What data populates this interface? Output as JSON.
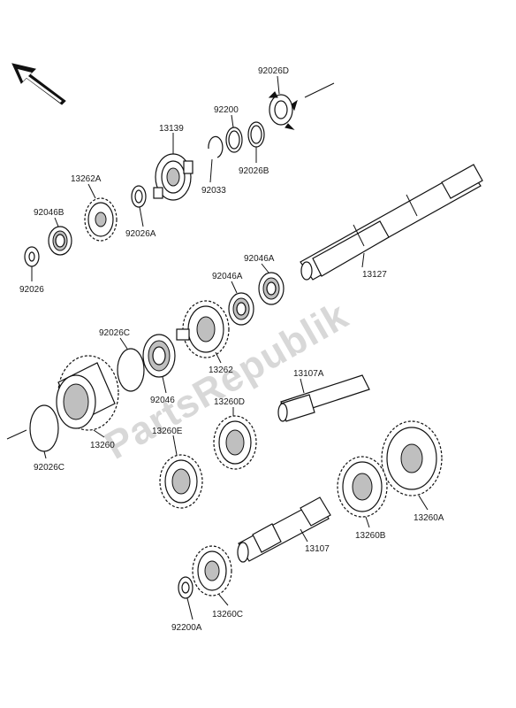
{
  "diagram": {
    "watermark": "PartsRepublik",
    "labels": {
      "l92026D": "92026D",
      "l92200": "92200",
      "l13139": "13139",
      "l92033": "92033",
      "l92026B": "92026B",
      "l13262A": "13262A",
      "l92046B": "92046B",
      "l92026A": "92026A",
      "l92026": "92026",
      "l92046A_1": "92046A",
      "l92046A_2": "92046A",
      "l13127": "13127",
      "l92026C_1": "92026C",
      "l13262": "13262",
      "l92046": "92046",
      "l13107A": "13107A",
      "l13260D": "13260D",
      "l13260": "13260",
      "l13260E": "13260E",
      "l92026C_2": "92026C",
      "l13107": "13107",
      "l13260B": "13260B",
      "l13260A": "13260A",
      "l92200A": "92200A",
      "l13260C": "13260C"
    }
  }
}
